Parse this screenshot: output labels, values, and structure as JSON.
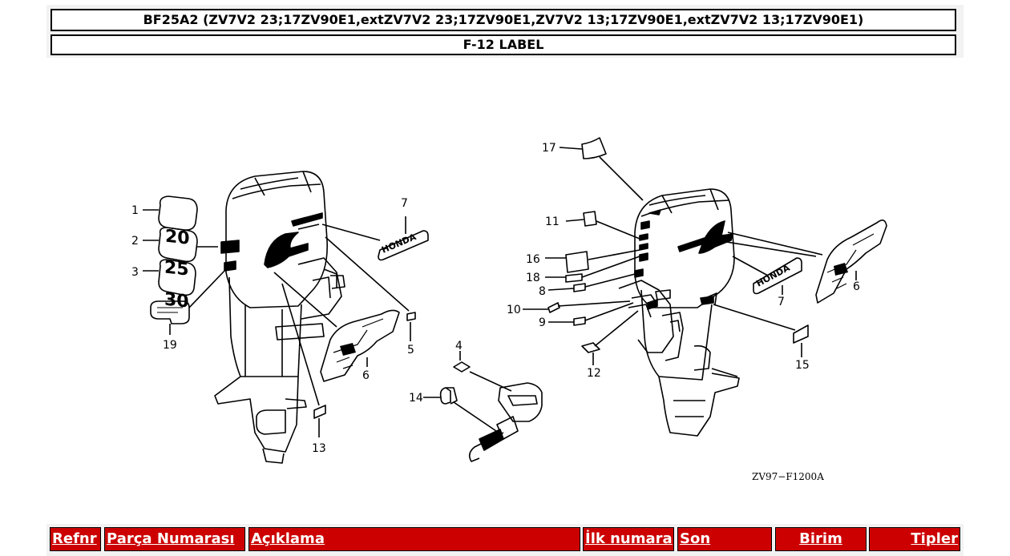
{
  "header": {
    "title": "BF25A2 (ZV7V2 23;17ZV90E1,extZV7V2 23;17ZV90E1,ZV7V2 13;17ZV90E1,extZV7V2 13;17ZV90E1)",
    "subtitle": "F-12 LABEL"
  },
  "diagram": {
    "drawing_code": "ZV97−F1200A",
    "callouts": [
      "1",
      "2",
      "3",
      "4",
      "5",
      "6",
      "6",
      "7",
      "7",
      "8",
      "9",
      "10",
      "11",
      "12",
      "13",
      "14",
      "15",
      "16",
      "17",
      "18",
      "19"
    ],
    "badge_texts": {
      "d20": "20",
      "d25": "25",
      "d30": "30",
      "honda": "HONDA"
    }
  },
  "table": {
    "columns": [
      "Refnr",
      "Parça Numarası",
      "Açıklama",
      "İlk numara",
      "Son",
      "Birim",
      "Tipler"
    ]
  }
}
